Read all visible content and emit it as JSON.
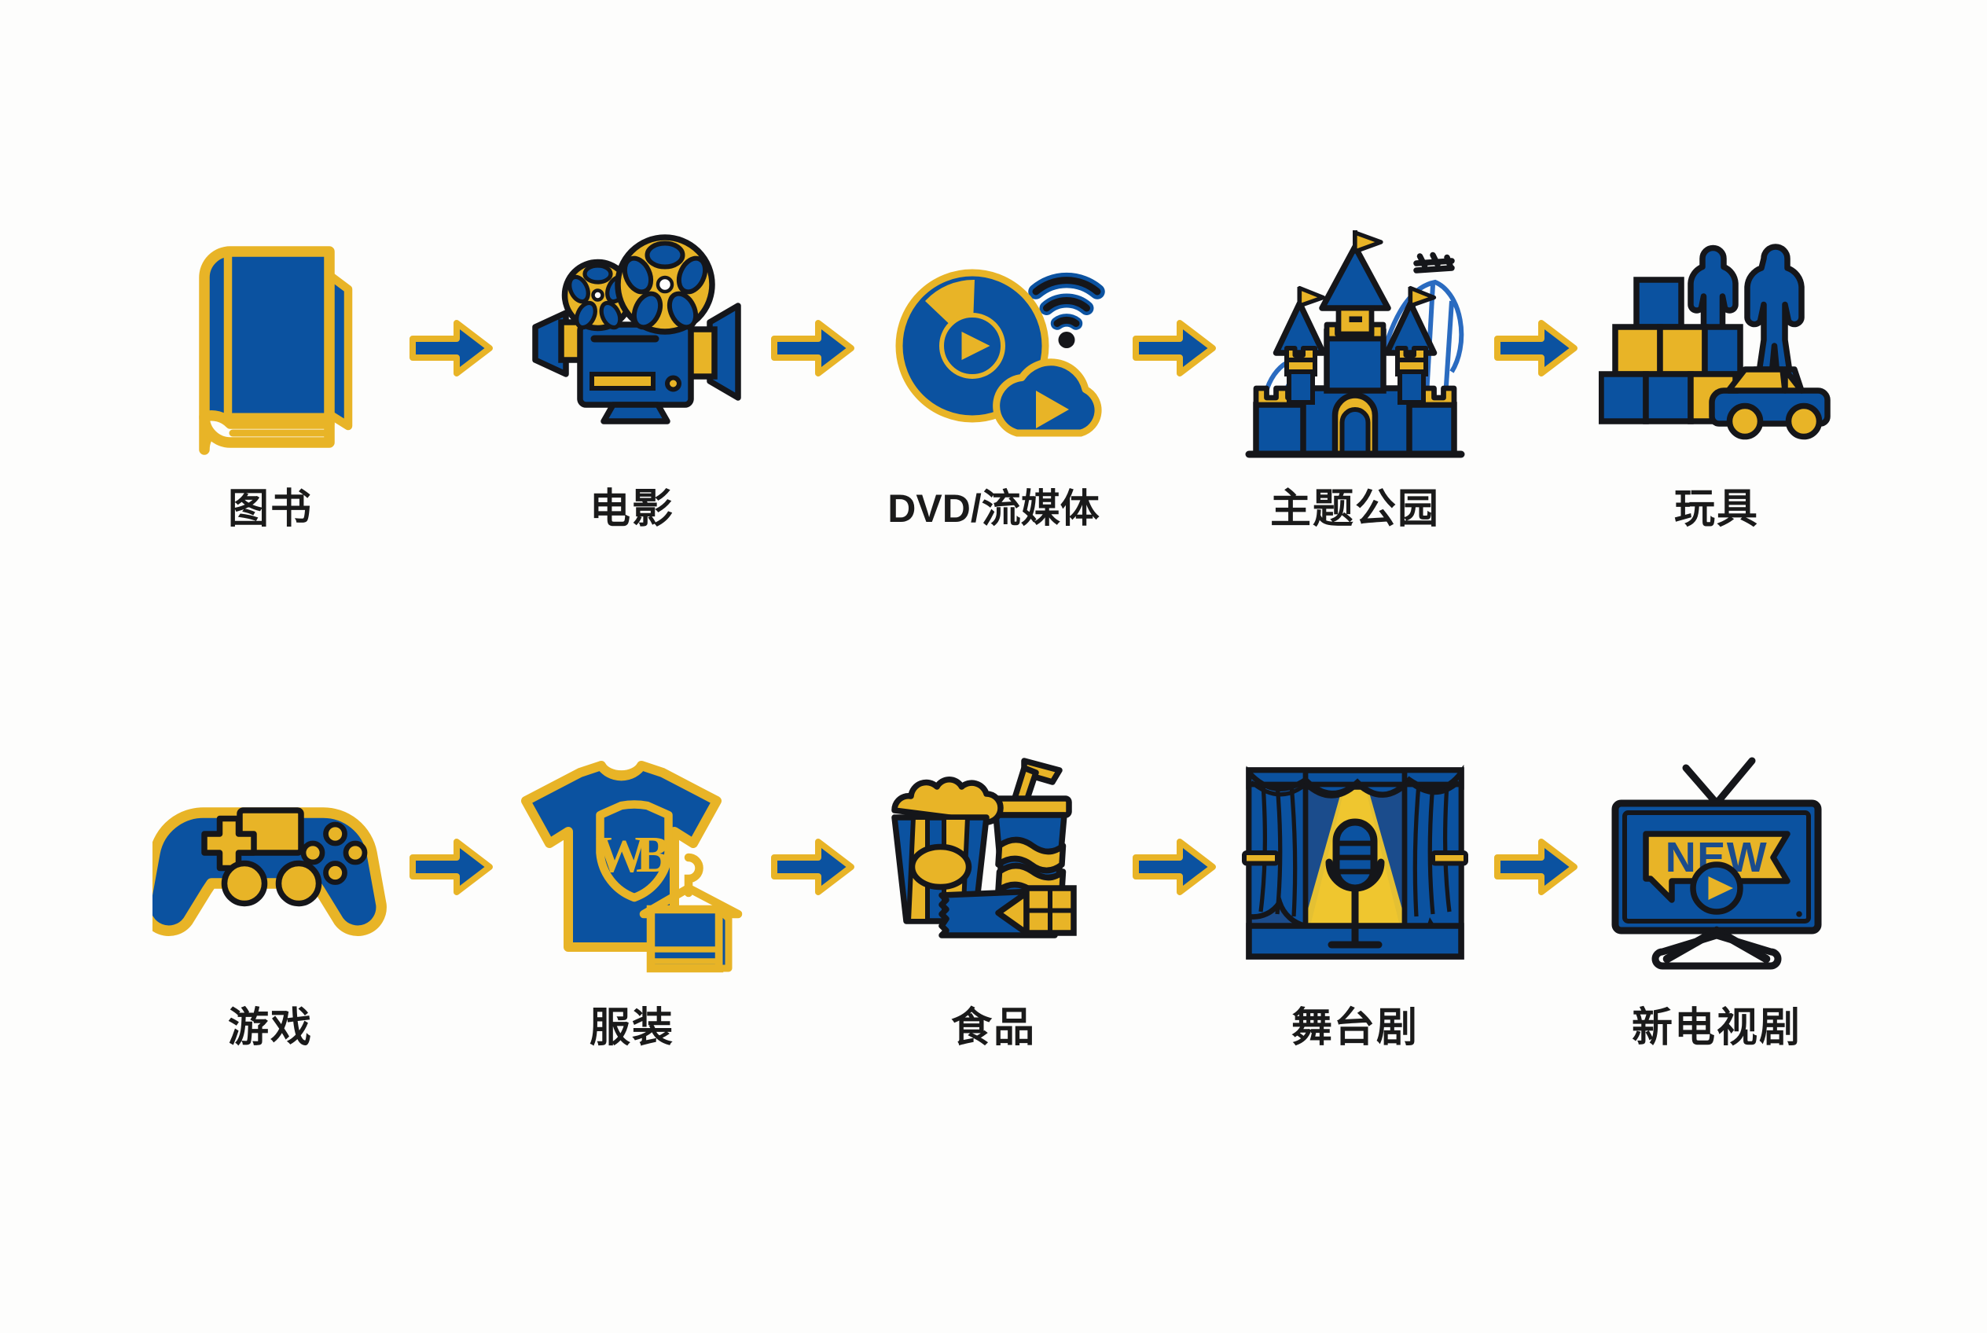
{
  "palette": {
    "blue": "#0B52A0",
    "gold": "#E8B427",
    "outline": "#15161A",
    "background": "#FDFDFC",
    "label_text": "#1A1A1A"
  },
  "diagram": {
    "arrow_label": "→",
    "rows": [
      {
        "row_name": "row-1",
        "stages": [
          {
            "label": "图书",
            "icon": "book-icon"
          },
          {
            "label": "电影",
            "icon": "movie-camera-icon"
          },
          {
            "label": "DVD/流媒体",
            "icon": "dvd-streaming-icon"
          },
          {
            "label": "主题公园",
            "icon": "theme-park-castle-icon"
          },
          {
            "label": "玩具",
            "icon": "toys-icon"
          }
        ]
      },
      {
        "row_name": "row-2",
        "stages": [
          {
            "label": "游戏",
            "icon": "game-controller-icon"
          },
          {
            "label": "服装",
            "icon": "apparel-tshirt-icon"
          },
          {
            "label": "食品",
            "icon": "food-icon"
          },
          {
            "label": "舞台剧",
            "icon": "stage-play-icon"
          },
          {
            "label": "新电视剧",
            "icon": "new-tv-series-icon"
          }
        ]
      }
    ],
    "icon_badges": {
      "tshirt_logo": "WB",
      "tv_banner": "NEW"
    }
  }
}
